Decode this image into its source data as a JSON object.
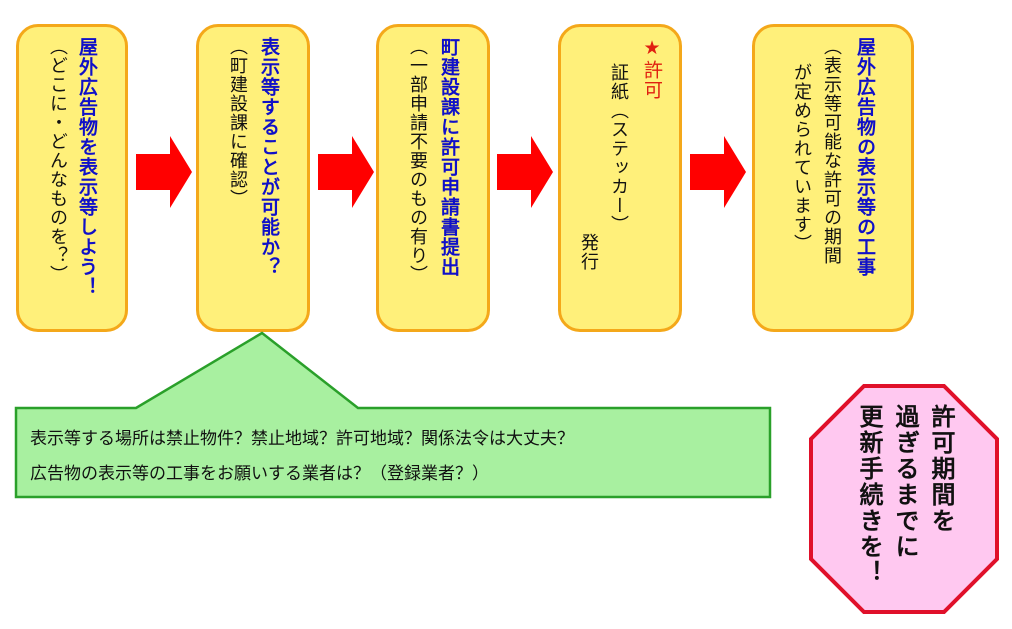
{
  "steps": [
    {
      "title": "屋外広告物を表示等しよう！",
      "note": "（どこに・どんなものを？）"
    },
    {
      "title": "表示等することが可能か？",
      "note": "（町建設課に確認）"
    },
    {
      "title": "町建設課に許可申請書提出",
      "note": "（一部申請不要のもの有り）"
    },
    {
      "star": "★許可",
      "note1": "証紙（ステッカー）",
      "note2": "発行"
    },
    {
      "title": "屋外広告物の表示等の工事",
      "note1": "（表示等可能な許可の期間",
      "note2": "が定められています）"
    }
  ],
  "callout": {
    "line1": "表示等する場所は禁止物件？禁止地域？許可地域？関係法令は大丈夫？",
    "line2": "広告物の表示等の工事をお願いする業者は？（登録業者？）"
  },
  "reminder": {
    "col1": "許可期間を",
    "col2": "過ぎるまでに",
    "col3": "更新手続きを！"
  },
  "colors": {
    "box_fill": "#fff07a",
    "box_border": "#f4a81a",
    "arrow": "#ff0000",
    "callout_fill": "#a8f0a0",
    "callout_border": "#2aa02a",
    "octagon_fill": "#ffc8f0",
    "octagon_border": "#e0102a",
    "title_text": "#1010c8"
  }
}
